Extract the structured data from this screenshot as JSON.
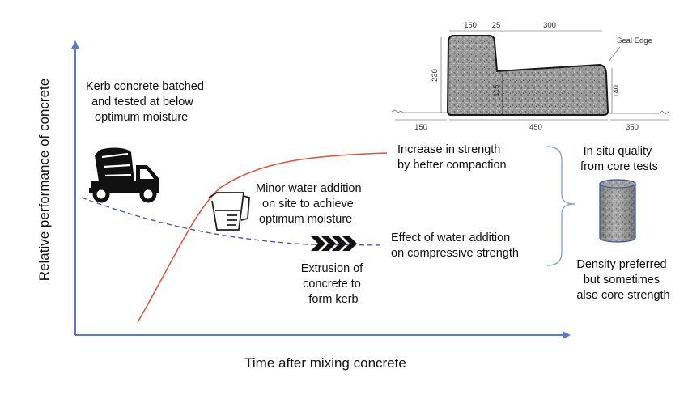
{
  "axes": {
    "y_label": "Relative performance of concrete",
    "x_label": "Time after mixing concrete"
  },
  "annotations": {
    "kerb_batched": [
      "Kerb concrete batched",
      "and tested at below",
      "optimum moisture"
    ],
    "water_addition": [
      "Minor water addition",
      "on site to achieve",
      "optimum moisture"
    ],
    "extrusion": [
      "Extrusion of",
      "concrete to",
      "form kerb"
    ],
    "increase_strength": [
      "Increase in strength",
      "by better compaction"
    ],
    "water_effect": [
      "Effect of water addition",
      "on compressive strength"
    ],
    "in_situ": [
      "In situ quality",
      "from core tests"
    ],
    "density": [
      "Density preferred",
      "but sometimes",
      "also core strength"
    ]
  },
  "kerb_dimensions": {
    "top_left_width": "150",
    "top_gap": "25",
    "top_right_width": "300",
    "left_height": "230",
    "inner_height": "115",
    "right_height": "140",
    "seal_edge": "Seal Edge",
    "left_apron": "150",
    "base_width": "450",
    "right_apron": "350"
  },
  "colors": {
    "axis": "#5b7bc4",
    "strength_curve": "#e0503c",
    "dashed_curve": "#4a5fa8",
    "bracket": "#7a95c9",
    "text": "#111111"
  },
  "icons": [
    "concrete-mixer-truck-icon",
    "measuring-jug-icon",
    "chevrons-right-icon",
    "concrete-core-icon",
    "kerb-cross-section-icon"
  ]
}
